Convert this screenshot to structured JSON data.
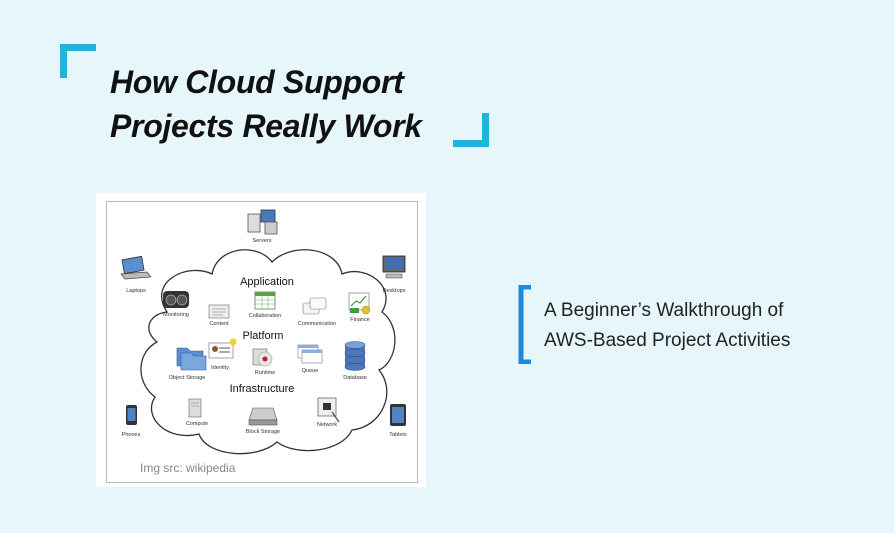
{
  "title": {
    "line1": "How Cloud Support",
    "line2": "Projects Really Work"
  },
  "subtitle": {
    "line1": "A Beginner’s Walkthrough of",
    "line2": "AWS-Based Project Activities"
  },
  "accent_color": "#1fb5d9",
  "background_color": "#e6f6fb",
  "diagram": {
    "credit": "Img src: wikipedia",
    "layers": {
      "application": "Application",
      "platform": "Platform",
      "infrastructure": "Infrastructure"
    },
    "devices": {
      "servers": "Servers",
      "laptops": "Laptops",
      "desktops": "Desktops",
      "phones": "Phones",
      "tablets": "Tablets"
    },
    "components": {
      "monitoring": "Monitoring",
      "content": "Content",
      "collaboration": "Collaboration",
      "communication": "Communication",
      "finance": "Finance",
      "identity": "Identity",
      "runtime": "Runtime",
      "queue": "Queue",
      "object_storage": "Object Storage",
      "database": "Database",
      "compute": "Compute",
      "block_storage": "Block Storage",
      "network": "Network"
    }
  }
}
